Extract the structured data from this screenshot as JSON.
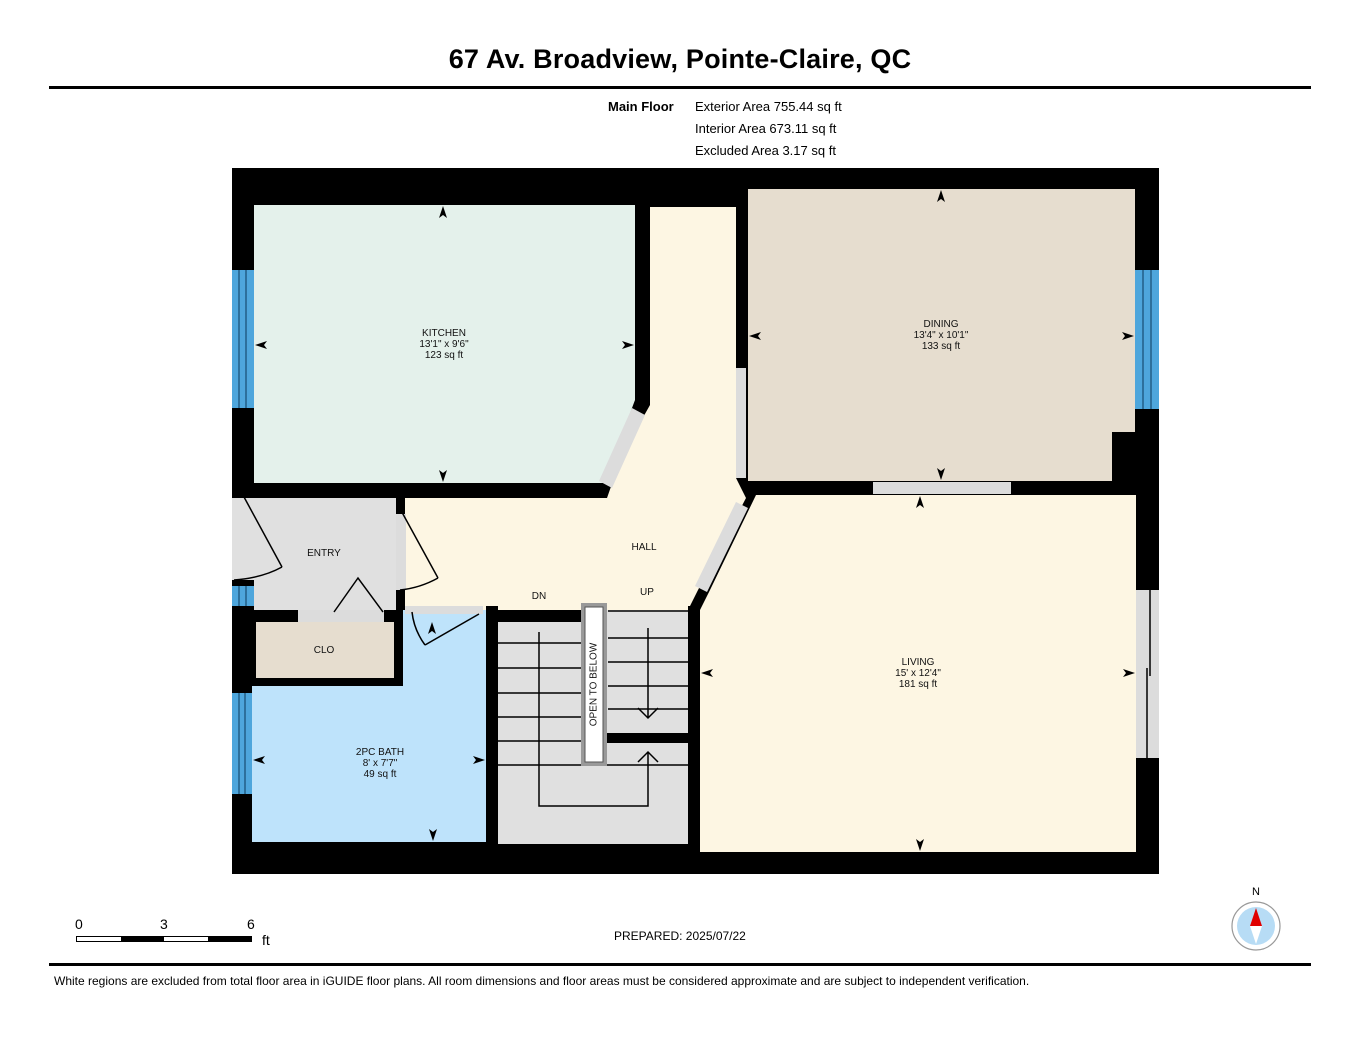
{
  "header": {
    "title": "67 Av. Broadview, Pointe-Claire, QC"
  },
  "areas": {
    "floor_name": "Main Floor",
    "exterior": "Exterior Area 755.44 sq ft",
    "interior": "Interior Area 673.11 sq ft",
    "excluded": "Excluded Area 3.17 sq ft"
  },
  "rooms": {
    "kitchen": {
      "name": "KITCHEN",
      "dims": "13'1\" x 9'6\"",
      "area": "123 sq ft",
      "color": "#e4f1eb"
    },
    "dining": {
      "name": "DINING",
      "dims": "13'4\" x 10'1\"",
      "area": "133 sq ft",
      "color": "#e6ddcf"
    },
    "living": {
      "name": "LIVING",
      "dims": "15' x 12'4\"",
      "area": "181 sq ft",
      "color": "#fdf6e3"
    },
    "bath": {
      "name": "2PC BATH",
      "dims": "8' x 7'7\"",
      "area": "49 sq ft",
      "color": "#bee3fb"
    },
    "entry": {
      "name": "ENTRY",
      "color": "#e0e0e0"
    },
    "closet": {
      "name": "CLO",
      "color": "#e6ddcf"
    },
    "hall": {
      "name": "HALL",
      "color": "#fdf6e3"
    }
  },
  "stairs": {
    "down_label": "DN",
    "up_label": "UP",
    "open_to_below": "OPEN TO BELOW",
    "color": "#e0e0e0"
  },
  "colors": {
    "wall": "#000000",
    "window": "#4ea6dc",
    "opening": "#dcdcdc"
  },
  "scale_bar": {
    "ticks": [
      "0",
      "3",
      "6"
    ],
    "unit": "ft"
  },
  "compass": {
    "north_label": "N"
  },
  "footer": {
    "prepared": "PREPARED: 2025/07/22",
    "disclaimer": "White regions are excluded from total floor area in iGUIDE floor plans. All room dimensions and floor areas must be considered approximate and are subject to independent verification."
  }
}
